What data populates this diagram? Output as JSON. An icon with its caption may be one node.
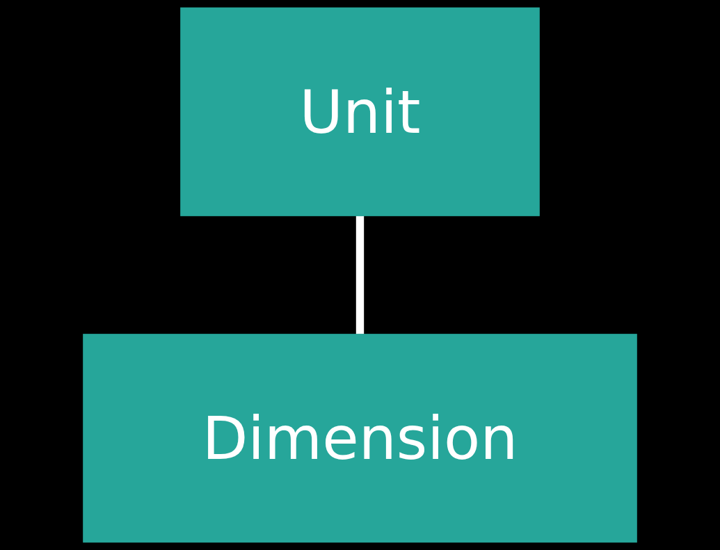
{
  "diagram": {
    "nodes": [
      {
        "text": [
          "Unit"
        ]
      },
      {
        "text": [
          "Dimension"
        ]
      }
    ],
    "edges": [
      {
        "from": 0,
        "to": 1,
        "arrow": "none"
      }
    ]
  }
}
